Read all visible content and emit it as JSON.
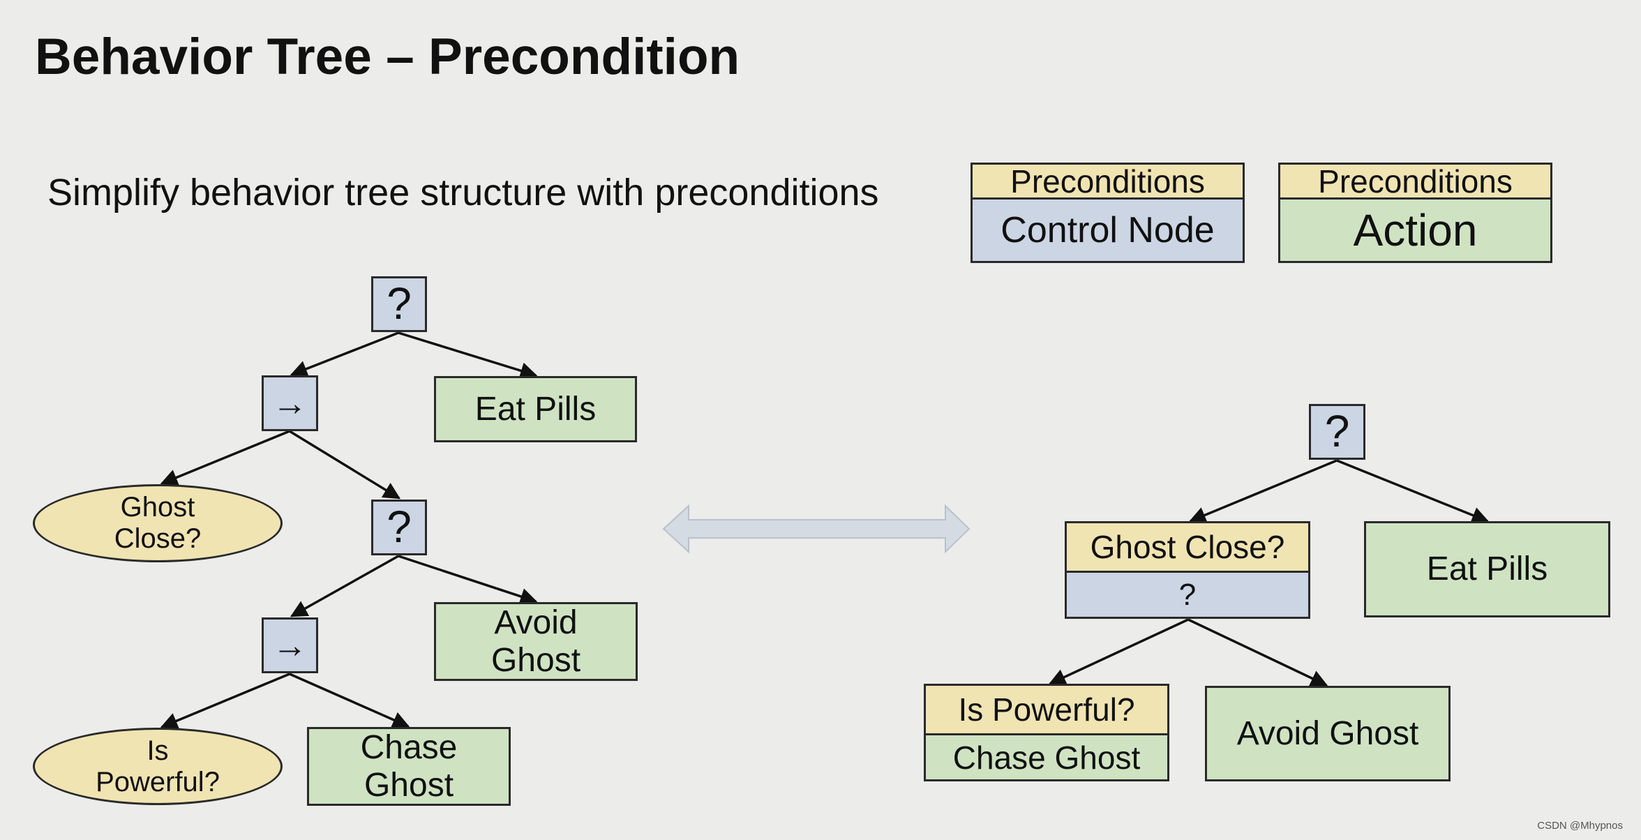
{
  "title": "Behavior Tree – Precondition",
  "subtitle": "Simplify behavior tree structure with preconditions",
  "legend": [
    {
      "top": "Preconditions",
      "bottom": "Control Node"
    },
    {
      "top": "Preconditions",
      "bottom": "Action"
    }
  ],
  "left_tree": {
    "root": "?",
    "seq1": "→",
    "eat_pills": "Eat Pills",
    "ghost_close": [
      "Ghost",
      "Close?"
    ],
    "sel2": "?",
    "seq2": "→",
    "avoid_ghost": [
      "Avoid",
      "Ghost"
    ],
    "is_powerful": [
      "Is",
      "Powerful?"
    ],
    "chase_ghost": [
      "Chase",
      "Ghost"
    ]
  },
  "right_tree": {
    "root": "?",
    "ghost_close_pre": "Ghost Close?",
    "ghost_close_ctrl": "?",
    "eat_pills": "Eat Pills",
    "is_powerful_pre": "Is Powerful?",
    "chase_ghost": "Chase Ghost",
    "avoid_ghost": "Avoid Ghost"
  },
  "watermark": "CSDN @Mhypnos",
  "colors": {
    "control": "#ccd5e3",
    "action": "#cfe3c3",
    "condition": "#f0e4b3",
    "double_arrow": "#d5dbe2"
  }
}
